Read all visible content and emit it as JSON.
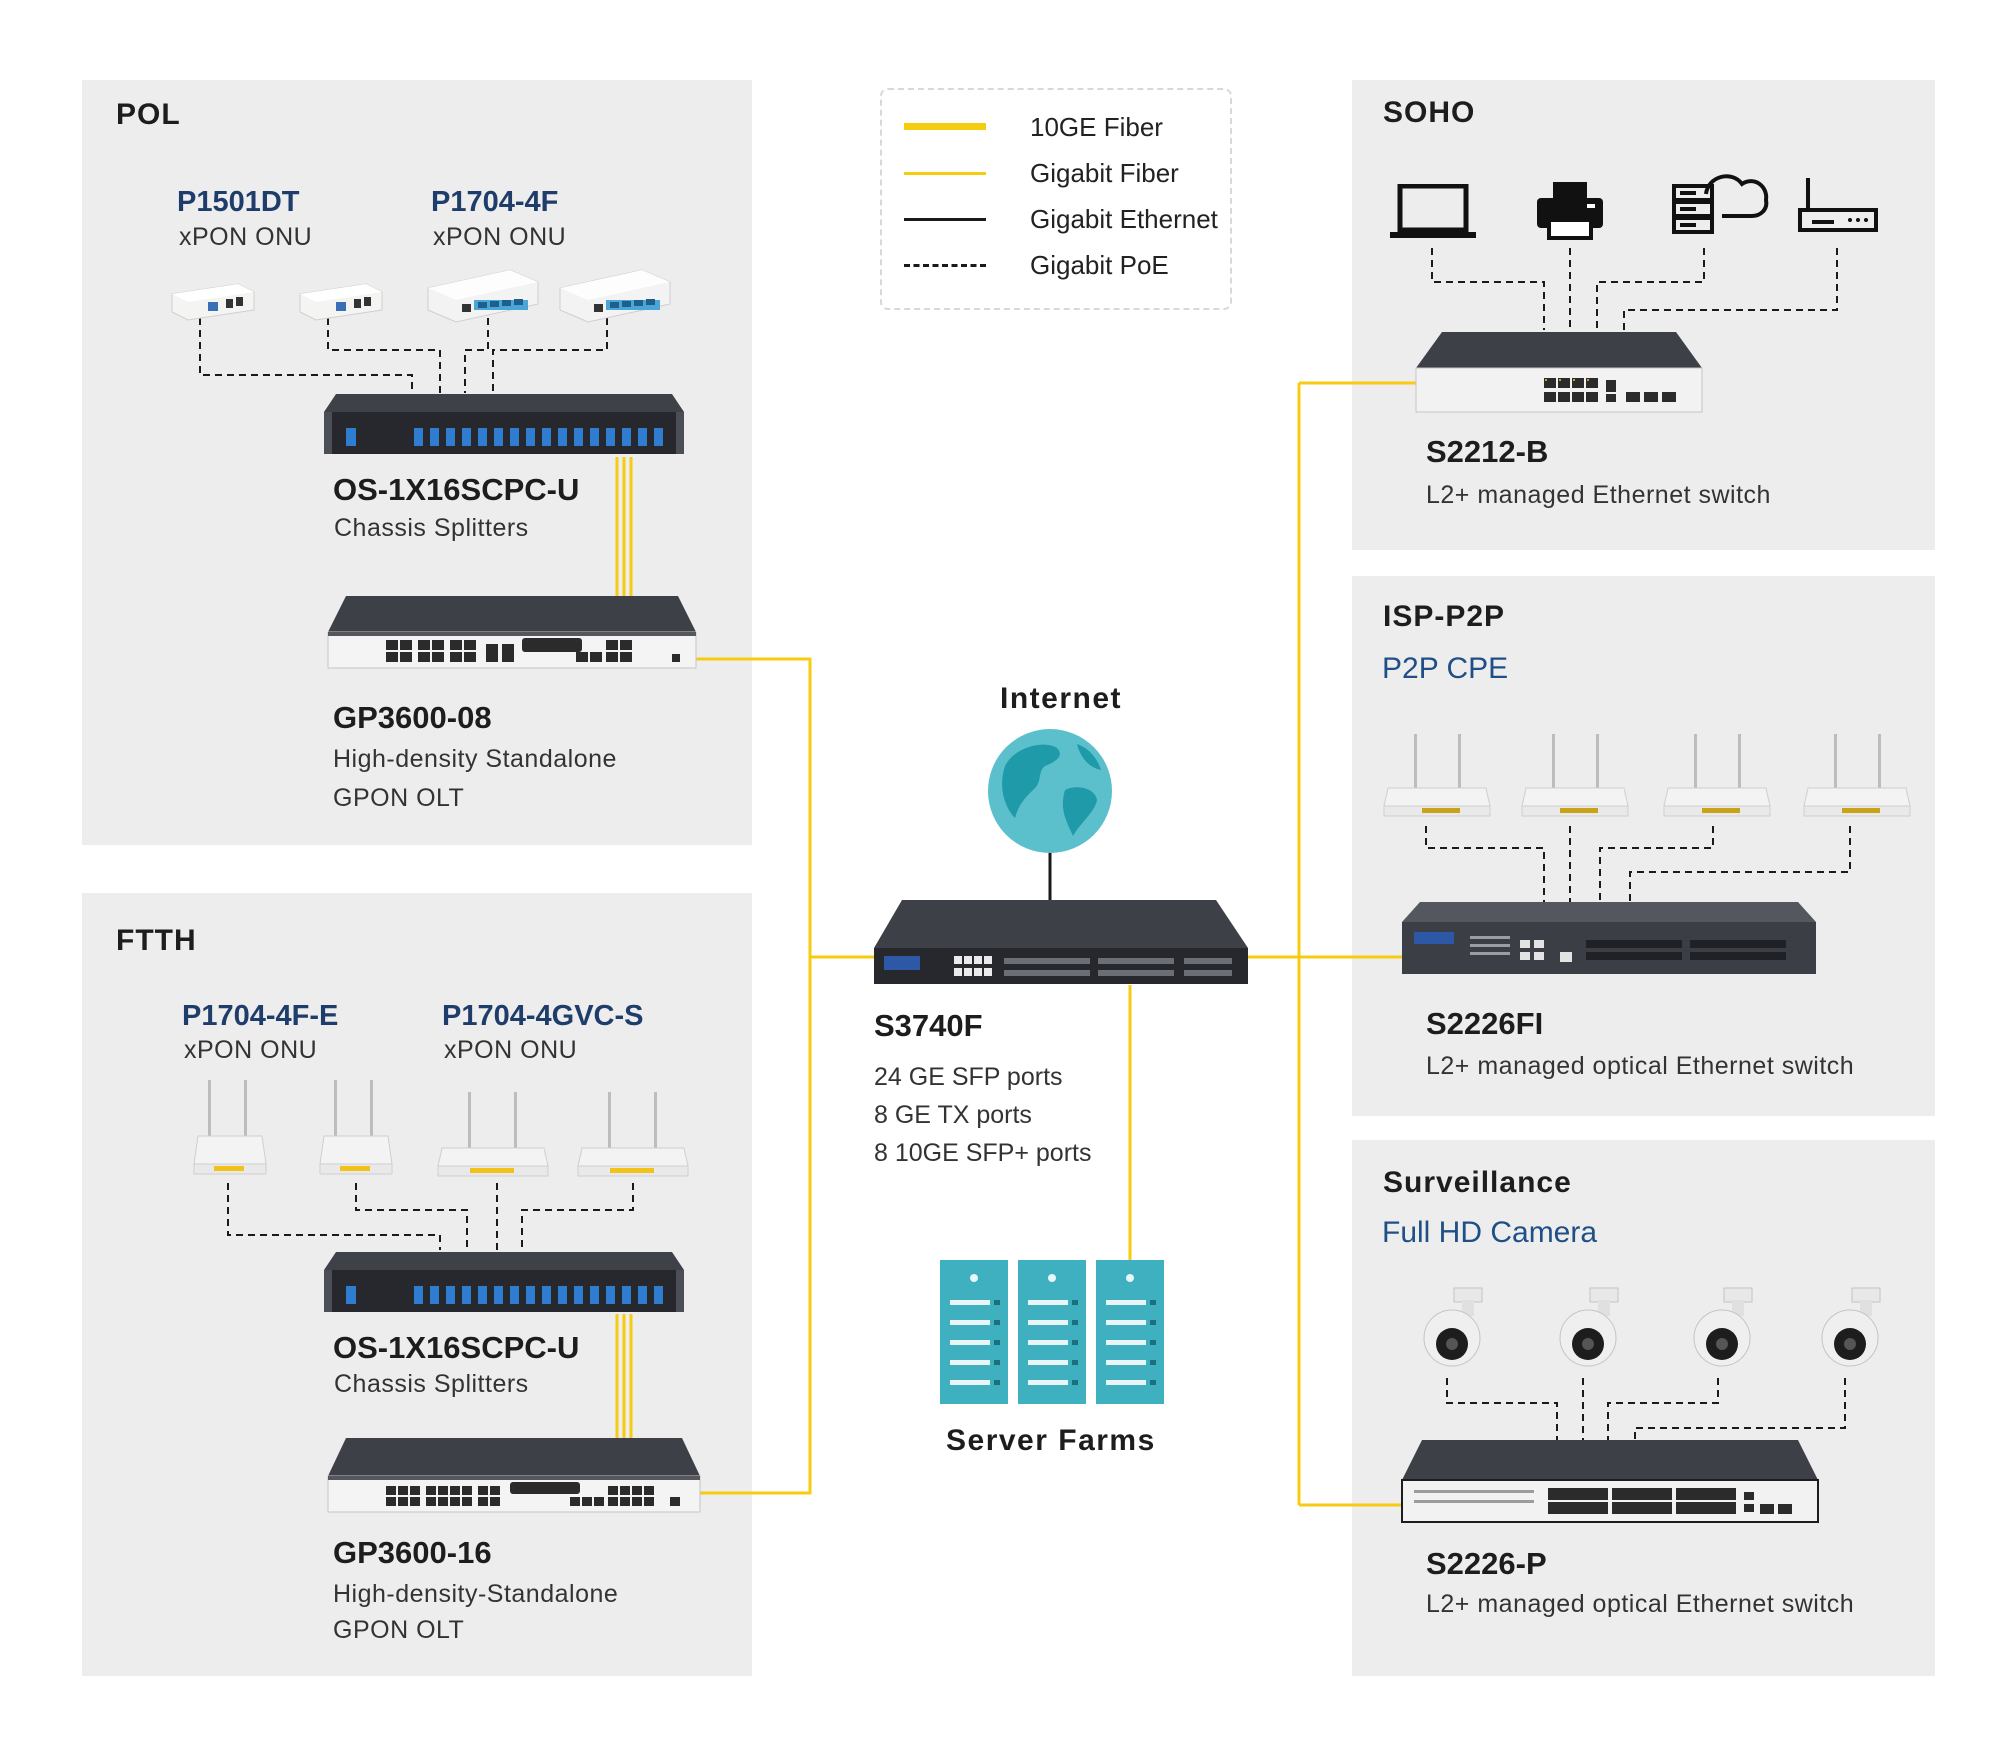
{
  "colors": {
    "fiber": "#f5cc10",
    "ethernet": "#1a1a1a",
    "panel": "#ededed",
    "blue_title": "#1f3d6b",
    "server_teal": "#3fb0bf",
    "globe_teal": "#5cc0cc"
  },
  "legend": [
    {
      "label": "10GE Fiber",
      "style": "thick-yellow"
    },
    {
      "label": "Gigabit Fiber",
      "style": "thin-yellow"
    },
    {
      "label": "Gigabit Ethernet",
      "style": "black"
    },
    {
      "label": "Gigabit PoE",
      "style": "dashed-black"
    }
  ],
  "pol": {
    "title": "POL",
    "devices": [
      {
        "name": "P1501DT",
        "desc": "xPON ONU"
      },
      {
        "name": "P1704-4F",
        "desc": "xPON ONU"
      }
    ],
    "splitter": {
      "name": "OS-1X16SCPC-U",
      "desc": "Chassis  Splitters"
    },
    "olt": {
      "name": "GP3600-08",
      "desc1": "High-density Standalone",
      "desc2": "GPON OLT"
    }
  },
  "ftth": {
    "title": "FTTH",
    "devices": [
      {
        "name": "P1704-4F-E",
        "desc": "xPON ONU"
      },
      {
        "name": "P1704-4GVC-S",
        "desc": "xPON ONU"
      }
    ],
    "splitter": {
      "name": "OS-1X16SCPC-U",
      "desc": "Chassis  Splitters"
    },
    "olt": {
      "name": "GP3600-16",
      "desc1": "High-density-Standalone",
      "desc2": "GPON OLT"
    }
  },
  "center": {
    "internet_label": "Internet",
    "core": {
      "name": "S3740F",
      "specs": [
        "24 GE SFP ports",
        "8 GE TX ports",
        "8 10GE SFP+ ports"
      ]
    },
    "servers_label": "Server Farms"
  },
  "soho": {
    "title": "SOHO",
    "icons": [
      "laptop-icon",
      "printer-icon",
      "cloud-server-icon",
      "router-icon"
    ],
    "switch": {
      "name": "S2212-B",
      "desc": "L2+ managed Ethernet  switch"
    }
  },
  "isp": {
    "title": "ISP-P2P",
    "subtitle": "P2P CPE",
    "switch": {
      "name": "S2226FI",
      "desc": "L2+ managed optical Ethernet switch"
    }
  },
  "surveillance": {
    "title": "Surveillance",
    "subtitle": "Full HD Camera",
    "switch": {
      "name": "S2226-P",
      "desc": "L2+ managed optical Ethernet switch"
    }
  }
}
